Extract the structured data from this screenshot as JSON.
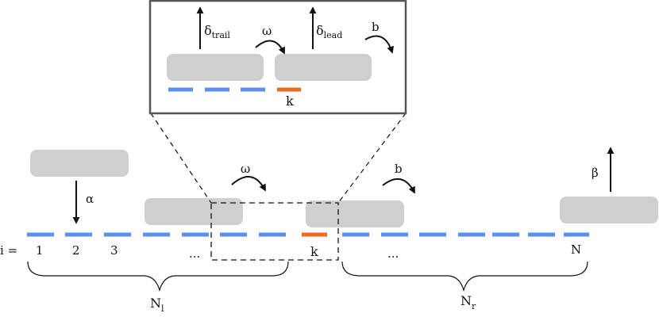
{
  "colors": {
    "lattice": "#5b8ff0",
    "defect": "#f26a1b",
    "particle": "#cfcfcf",
    "ink": "#111111",
    "frame": "#555555"
  },
  "labels": {
    "i_eq": "i =",
    "site_1": "1",
    "site_2": "2",
    "site_3": "3",
    "dots_left": "...",
    "site_k": "k",
    "dots_right": "...",
    "site_N": "N",
    "alpha": "α",
    "beta": "β",
    "omega": "ω",
    "b": "b",
    "N_left_main": "N",
    "N_left_sub": "l",
    "N_right_main": "N",
    "N_right_sub": "r"
  },
  "inset": {
    "delta_main": "δ",
    "delta_trail_sub": "trail",
    "delta_lead_sub": "lead",
    "omega": "ω",
    "b": "b",
    "site_k": "k"
  }
}
